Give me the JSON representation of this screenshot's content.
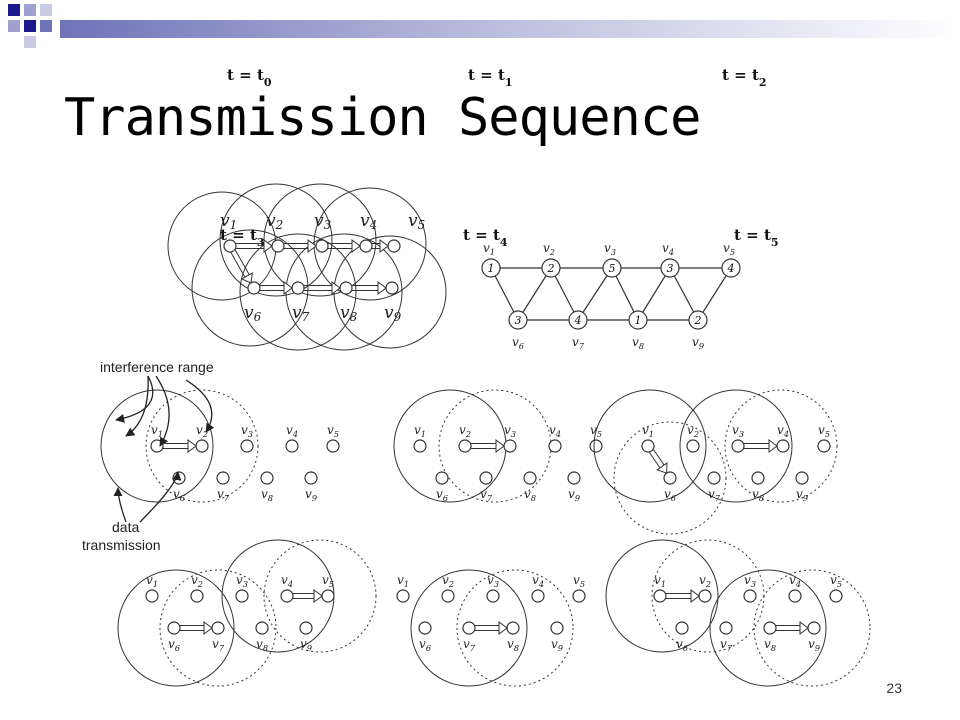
{
  "slide": {
    "title": "Transmission Sequence",
    "number": "23"
  },
  "annotations": {
    "interference": "interference range",
    "data_line1": "data",
    "data_line2": "transmission"
  },
  "node_labels": [
    "v1",
    "v2",
    "v3",
    "v4",
    "v5",
    "v6",
    "v7",
    "v8",
    "v9"
  ],
  "schedule_graph": {
    "top_slots": [
      "1",
      "2",
      "5",
      "3",
      "4"
    ],
    "bottom_slots": [
      "3",
      "4",
      "1",
      "2"
    ]
  },
  "time_steps": [
    {
      "label": "t = t0",
      "base": "t",
      "sub": "0"
    },
    {
      "label": "t = t1",
      "base": "t",
      "sub": "1"
    },
    {
      "label": "t = t2",
      "base": "t",
      "sub": "2"
    },
    {
      "label": "t = t3",
      "base": "t",
      "sub": "3"
    },
    {
      "label": "t = t4",
      "base": "t",
      "sub": "4"
    },
    {
      "label": "t = t5",
      "base": "t",
      "sub": "5"
    }
  ],
  "colors": {
    "ink": "#333333",
    "banner_dark": "#1a1a8c",
    "banner_mid": "#6f73b8",
    "banner_light": "#c9cbe6"
  }
}
